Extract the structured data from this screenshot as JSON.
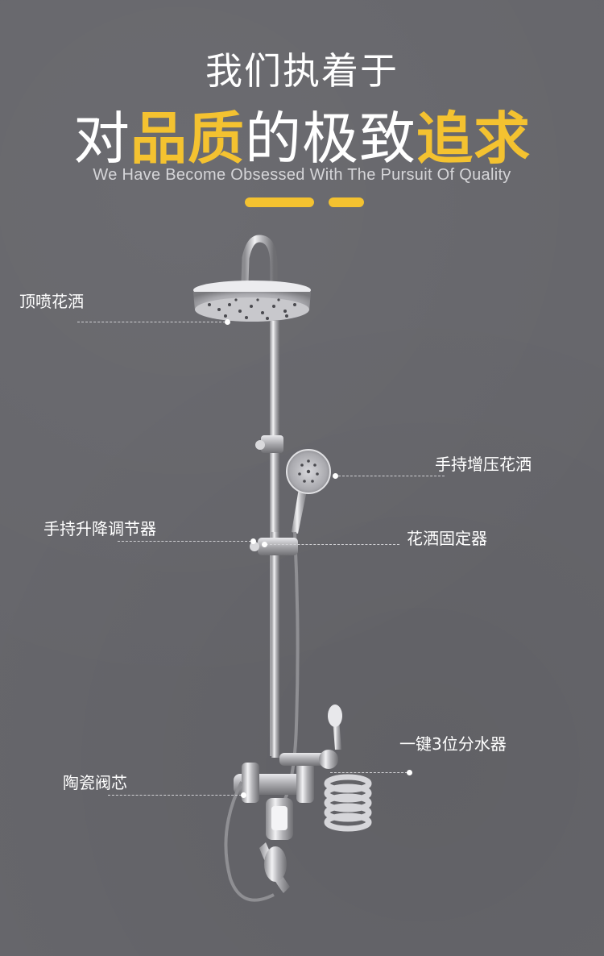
{
  "header": {
    "line1": "我们执着于",
    "line2_parts": [
      {
        "text": "对",
        "highlight": false
      },
      {
        "text": "品质",
        "highlight": true
      },
      {
        "text": "的极致",
        "highlight": false
      },
      {
        "text": "追求",
        "highlight": true
      }
    ],
    "subtitle": "We Have Become Obsessed With The Pursuit Of Quality"
  },
  "colors": {
    "background": "#66666b",
    "accent": "#f4c230",
    "text": "#ffffff"
  },
  "labels": {
    "top_shower": "顶喷花洒",
    "handheld_shower": "手持增压花洒",
    "lift_adjuster": "手持升降调节器",
    "shower_holder": "花洒固定器",
    "diverter": "一键3位分水器",
    "ceramic_valve": "陶瓷阀芯"
  },
  "icons": {
    "product_image": "shower-system-icon"
  }
}
